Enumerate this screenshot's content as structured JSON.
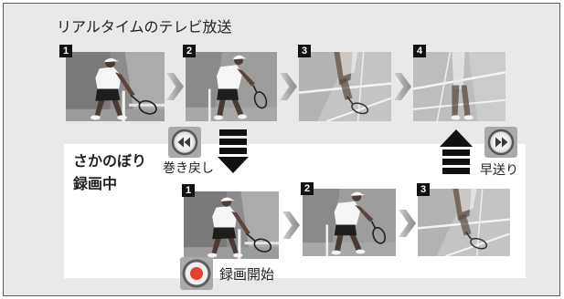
{
  "title": "リアルタイムのテレビ放送",
  "realtime": {
    "frames": [
      {
        "number": "1"
      },
      {
        "number": "2"
      },
      {
        "number": "3"
      },
      {
        "number": "4"
      }
    ]
  },
  "recording": {
    "status_line1": "さかのぼり",
    "status_line2": "録画中",
    "frames": [
      {
        "number": "1"
      },
      {
        "number": "2"
      },
      {
        "number": "3"
      }
    ]
  },
  "controls": {
    "rewind": {
      "label": "巻き戻し",
      "icon": "rewind-icon"
    },
    "fast_forward": {
      "label": "早送り",
      "icon": "fast-forward-icon"
    },
    "record": {
      "label": "録画開始",
      "icon": "record-icon"
    }
  },
  "indicators": {
    "rewind_direction_icon": "arrow-down-icon",
    "fast_forward_direction_icon": "arrow-up-icon",
    "frame_transition_icon": "chevron-right-icon"
  },
  "colors": {
    "background": "#e9e9e9",
    "panel": "#ffffff",
    "number_badge": "#111111",
    "record_dot": "#e2412d"
  }
}
